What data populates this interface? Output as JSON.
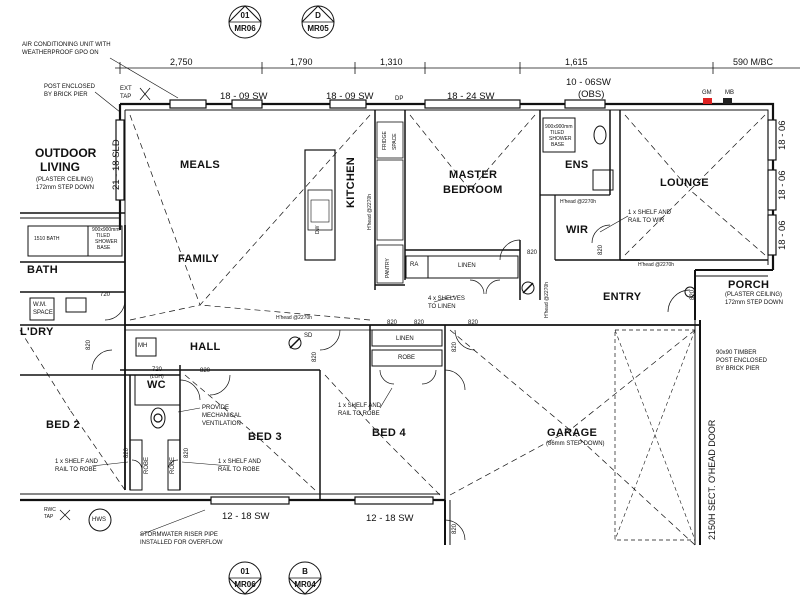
{
  "markers_top": [
    {
      "num": "01",
      "code": "MR06"
    },
    {
      "num": "D",
      "code": "MR05"
    }
  ],
  "markers_bottom": [
    {
      "num": "01",
      "code": "MR06"
    },
    {
      "num": "B",
      "code": "MR04"
    }
  ],
  "dimensions_top": [
    "2,750",
    "1,790",
    "1,310",
    "1,615",
    "590 M/BC"
  ],
  "notes": {
    "aircon": [
      "AIR CONDITIONING UNIT WITH",
      "WEATHERPROOF GPO ON"
    ],
    "post_enclosed": [
      "POST ENCLOSED",
      "BY BRICK PIER"
    ],
    "ext_tap": [
      "EXT",
      "TAP"
    ],
    "storm": [
      "STORMWATER RISER PIPE",
      "INSTALLED FOR OVERFLOW"
    ],
    "ventilation": [
      "PROVIDE",
      "MECHANICAL",
      "VENTILATION"
    ],
    "shelf_bed2": [
      "1 x SHELF AND",
      "RAIL TO ROBE"
    ],
    "shelf_bed3": [
      "1 x SHELF AND",
      "RAIL TO ROBE"
    ],
    "shelf_bed4": [
      "1 x SHELF AND",
      "RAIL TO ROBE"
    ],
    "shelves_linen": [
      "4 x SHELVES",
      "TO LINEN"
    ],
    "shelf_wir": [
      "1 x SHELF AND",
      "RAIL TO WIR"
    ],
    "timber_post": [
      "90x90 TIMBER",
      "POST ENCLOSED",
      "BY BRICK PIER"
    ],
    "porch_ceiling": [
      "(PLASTER CEILING)",
      "172mm STEP DOWN"
    ],
    "outdoor_ceiling": [
      "(PLASTER CEILING)",
      "172mm STEP DOWN"
    ],
    "garage_step": "(86mm STEP DOWN)",
    "ohead_door": "2150H SECT. O'HEAD DOOR",
    "rwc_tap": [
      "RWC",
      "TAP"
    ],
    "head_hall": "H'head @2270h",
    "head_kitchen": "H'head @2270h",
    "head_entry": "H'head @2270h",
    "head_wir": "H'head @2270h",
    "head_lounge": "H'head @2270h"
  },
  "windows": {
    "w1": "18 - 09 SW",
    "w2": "18 - 09 SW",
    "w3": "18 - 24 SW",
    "w4": "10 - 06SW",
    "w4b": "(OBS)",
    "w5": "21 - 18 SLD",
    "w6": "12 - 18 SW",
    "w7": "12 - 18 SW",
    "w8": "18 - 06",
    "w9": "18 - 06",
    "w10": "18 - 06"
  },
  "rooms": {
    "outdoor": [
      "OUTDOOR",
      "LIVING"
    ],
    "meals": "MEALS",
    "family": "FAMILY",
    "kitchen": "KITCHEN",
    "master": [
      "MASTER",
      "BEDROOM"
    ],
    "ens": "ENS",
    "lounge": "LOUNGE",
    "wir": "WIR",
    "entry": "ENTRY",
    "porch": "PORCH",
    "bath": "BATH",
    "laundry": "L'DRY",
    "hall": "HALL",
    "wc": "WC",
    "bed2": "BED 2",
    "bed3": "BED 3",
    "bed4": "BED 4",
    "garage": "GARAGE",
    "linen_master": "LINEN",
    "linen_hall": "LINEN",
    "robe_hall": "ROBE",
    "robe_bed2": "ROBE",
    "robe_bed3": "ROBE",
    "fridge": [
      "FRIDGE",
      "SPACE"
    ],
    "pantry": "PANTRY",
    "ra": "RA",
    "wm": [
      "W.M.",
      "SPACE"
    ],
    "mh": "MH",
    "hws": "HWS",
    "dw": "DW",
    "bath_fixture": "1510 BATH",
    "shower_bath": [
      "900x900mm",
      "TILED",
      "SHOWER",
      "BASE"
    ],
    "shower_ens": [
      "900x900mm",
      "TILED",
      "SHOWER",
      "BASE"
    ],
    "wc_loh": [
      "720",
      "(LOH)"
    ],
    "sd": "SD",
    "gm": "GM",
    "mb": "MB",
    "dp": "DP"
  },
  "door_sizes": [
    "720",
    "820",
    "820",
    "820",
    "820",
    "820",
    "820",
    "820",
    "820",
    "820",
    "820",
    "820",
    "820",
    "820",
    "720"
  ]
}
